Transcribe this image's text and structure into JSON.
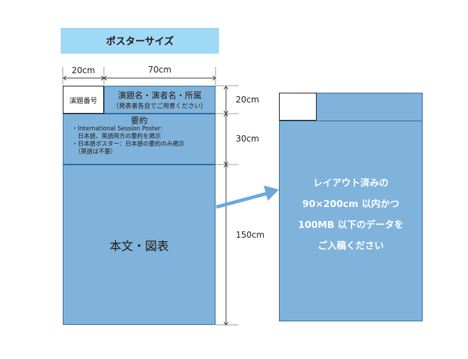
{
  "title": "ポスターサイズ",
  "dims": {
    "w_left": "20cm",
    "w_right": "70cm",
    "h_header": "20cm",
    "h_abstract": "30cm",
    "h_body": "150cm"
  },
  "poster": {
    "number_box": "演題番号",
    "header_title": "演題名・演者名・所属",
    "header_note": "（発表者各自でご用意ください）",
    "abstract_title": "要約",
    "abstract_lines": [
      "・International Session Poster:",
      "　日本語、英語両方の要約を掲示",
      "・日本語ポスター：日本語の要約のみ掲示",
      "　（英語は不要）"
    ],
    "body_label": "本文・図表"
  },
  "final": {
    "lines": [
      "レイアウト済みの",
      "90×200cm 以内かつ",
      "100MB 以下のデータを",
      "ご入稿ください"
    ]
  },
  "colors": {
    "fill": "#7fb3db",
    "border": "#2e6a9c",
    "title_bg": "#a0d9f6",
    "arrow": "#6fa8d8"
  }
}
